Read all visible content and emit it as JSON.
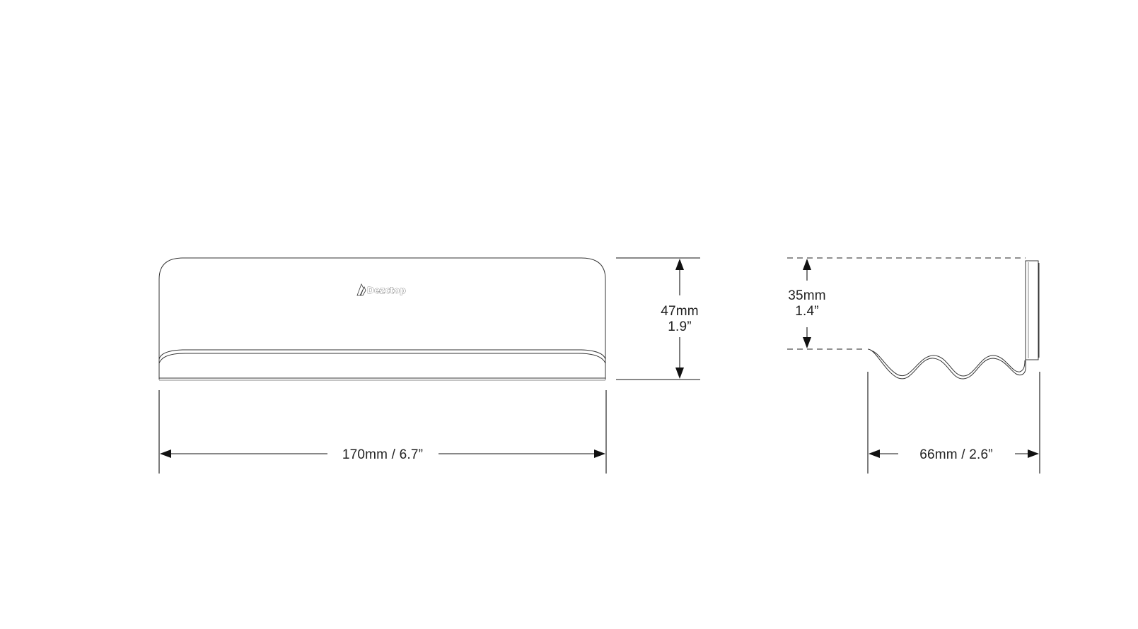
{
  "front_view": {
    "logo_text": "Dezctop",
    "width_label": "170mm / 6.7”",
    "height_label_mm": "47mm",
    "height_label_in": "1.9”"
  },
  "side_view": {
    "height_label_mm": "35mm",
    "height_label_in": "1.4”",
    "depth_label": "66mm / 2.6”"
  }
}
